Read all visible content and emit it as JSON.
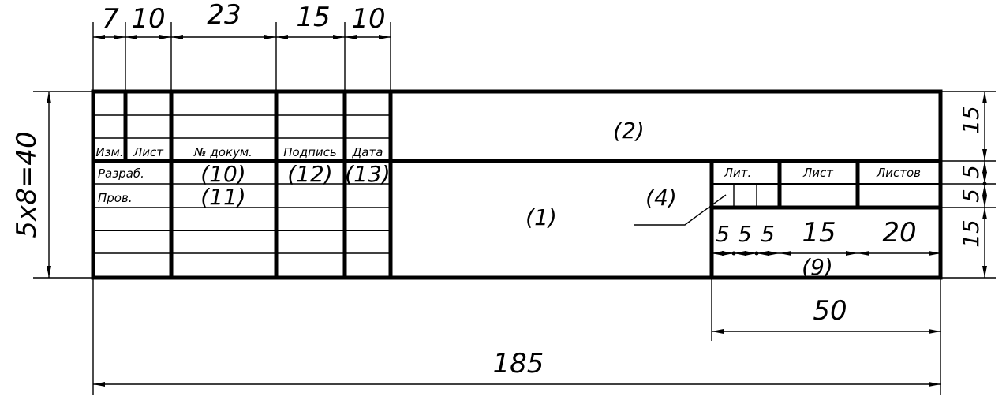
{
  "dimensions": {
    "top": [
      "7",
      "10",
      "23",
      "15",
      "10"
    ],
    "overall_width": "185",
    "right_block_width": "50",
    "left_height": "5x8=40",
    "right_heights": [
      "15",
      "5",
      "5",
      "15"
    ],
    "small_cells": [
      "5",
      "5",
      "5"
    ],
    "cell_15": "15",
    "cell_20": "20",
    "group_9": "(9)"
  },
  "table": {
    "headers": [
      "Изм.",
      "Лист",
      "№ докум.",
      "Подпись",
      "Дата"
    ],
    "row_razrab": "Разраб.",
    "row_prov": "Пров.",
    "field_10": "(10)",
    "field_11": "(11)",
    "field_12": "(12)",
    "field_13": "(13)",
    "field_1": "(1)",
    "field_2": "(2)",
    "field_4": "(4)",
    "lit": "Лит.",
    "list": "Лист",
    "listov": "Листов"
  }
}
